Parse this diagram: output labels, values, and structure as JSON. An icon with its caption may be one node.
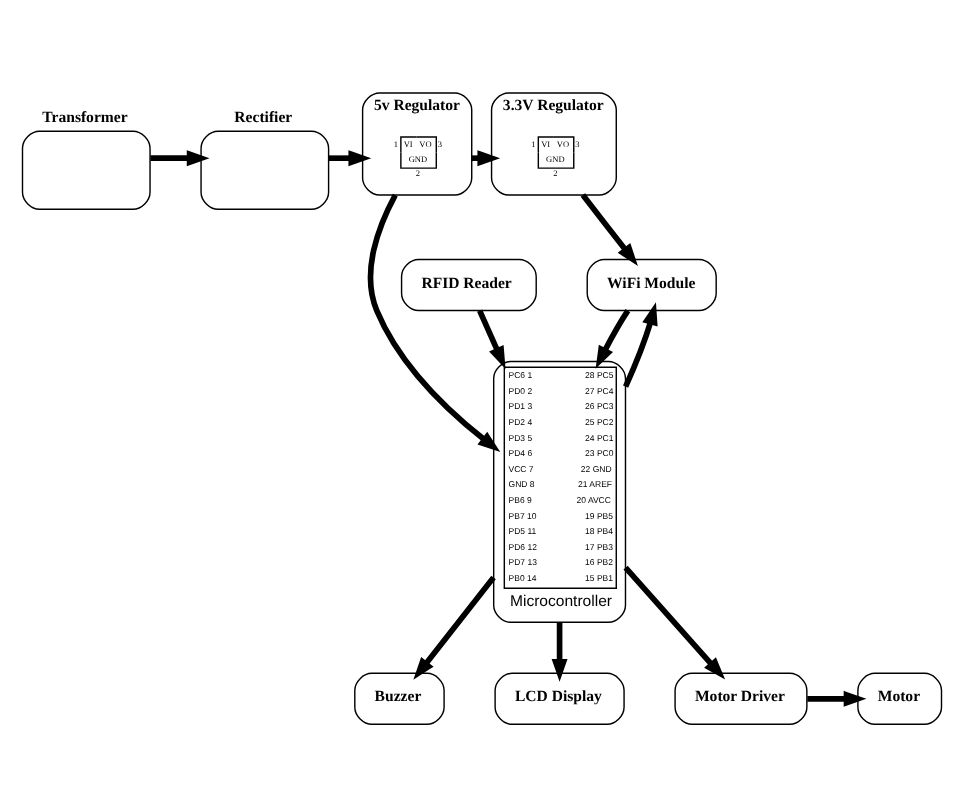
{
  "diagram": {
    "nodes": [
      {
        "text": [
          "Transformer"
        ]
      },
      {
        "text": [
          "Rectifier"
        ]
      },
      {
        "text": [
          "5v Regulator"
        ]
      },
      {
        "text": [
          "1",
          "VI",
          "VO",
          "3",
          "GND",
          "2"
        ],
        "in": 2
      },
      {
        "text": [
          "3.3V Regulator"
        ]
      },
      {
        "text": [
          "1",
          "VI",
          "VO",
          "3",
          "GND",
          "2"
        ],
        "in": 4
      },
      {
        "text": [
          "RFID Reader"
        ]
      },
      {
        "text": [
          "PC6 1",
          "28 PC5",
          "PD0 2",
          "27 PC4",
          "PD1 3",
          "26 PC3",
          "PD2 4",
          "25 PC2",
          "PD3 5",
          "24 PC1",
          "PD4 6",
          "23 PC0",
          "VCC 7",
          "22 GND",
          "GND 8",
          "21 AREF",
          "PB6 9",
          "20 AVCC",
          "PB7 10",
          "19 PB5",
          "PD5 11",
          "18 PB4",
          "PD6 12",
          "17 PB3",
          "PD7 13",
          "16 PB2",
          "PB0 14",
          "15 PB1",
          "Microcontroller"
        ]
      },
      {
        "text": [
          "WiFi Module"
        ]
      },
      {
        "text": [
          "Buzzer"
        ]
      },
      {
        "text": [
          "LCD Display"
        ]
      },
      {
        "text": [
          "Motor Driver"
        ]
      },
      {
        "text": [
          "Motor"
        ]
      }
    ],
    "edges": [
      {
        "from": 0,
        "to": 1,
        "arrow": "to"
      },
      {
        "from": 1,
        "to": 2,
        "arrow": "to"
      },
      {
        "from": 2,
        "to": 4,
        "arrow": "to"
      },
      {
        "from": 2,
        "to": 7,
        "arrow": "to"
      },
      {
        "from": 4,
        "to": 8,
        "arrow": "to"
      },
      {
        "from": 6,
        "to": 7,
        "arrow": "to"
      },
      {
        "from": 7,
        "to": 8,
        "arrow": "to"
      },
      {
        "from": 8,
        "to": 7,
        "arrow": "to"
      },
      {
        "from": 7,
        "to": 9,
        "arrow": "to"
      },
      {
        "from": 7,
        "to": 10,
        "arrow": "to"
      },
      {
        "from": 7,
        "to": 11,
        "arrow": "to"
      },
      {
        "from": 11,
        "to": 12,
        "arrow": "to"
      }
    ]
  }
}
